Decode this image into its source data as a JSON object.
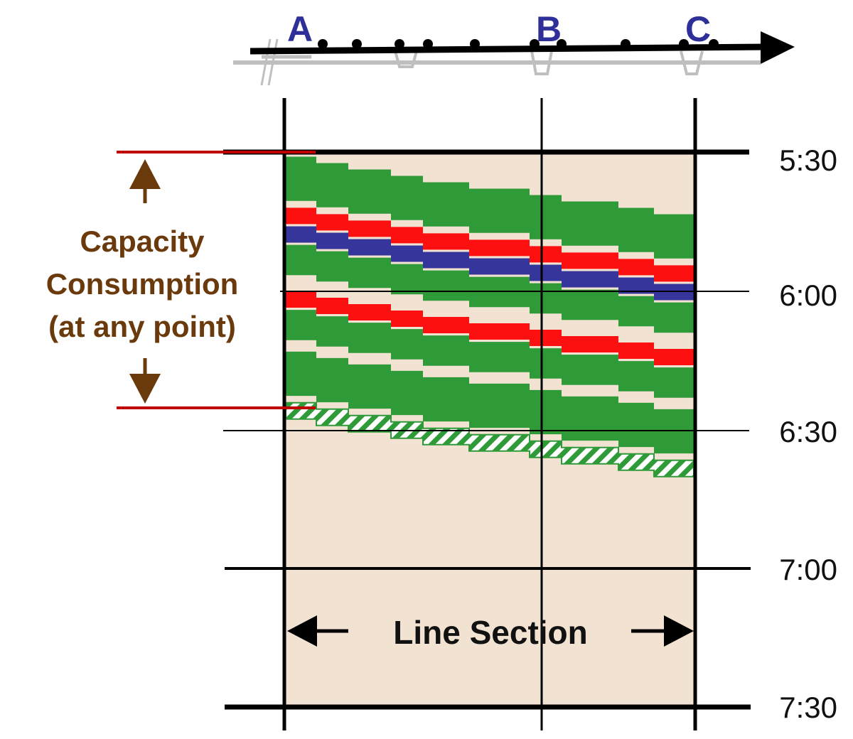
{
  "stations": [
    {
      "id": "A",
      "label": "A"
    },
    {
      "id": "B",
      "label": "B"
    },
    {
      "id": "C",
      "label": "C"
    }
  ],
  "times": [
    "5:30",
    "6:00",
    "6:30",
    "7:00",
    "7:30"
  ],
  "capacity_label": {
    "line1": "Capacity",
    "line2": "Consumption",
    "line3": "(at any point)"
  },
  "section_label": "Line Section",
  "colors": {
    "background": "#f2e2d2",
    "green": "#2f9a38",
    "red": "#ff1010",
    "blue": "#35359c",
    "capacity": "#6b3a0c",
    "marker": "#c00000",
    "station_text": "#2f2f9a",
    "track": "#bfbfbf"
  },
  "trains": [
    {
      "type": "green",
      "start_min": 1
    },
    {
      "type": "green",
      "start_min": 4
    },
    {
      "type": "green",
      "start_min": 7
    },
    {
      "type": "red",
      "start_min": 12
    },
    {
      "type": "blue",
      "start_min": 16
    },
    {
      "type": "green",
      "start_min": 20
    },
    {
      "type": "green",
      "start_min": 23
    },
    {
      "type": "red",
      "start_min": 30
    },
    {
      "type": "green",
      "start_min": 34
    },
    {
      "type": "green",
      "start_min": 37
    },
    {
      "type": "green",
      "start_min": 43
    },
    {
      "type": "green",
      "start_min": 46
    },
    {
      "type": "green",
      "start_min": 49
    },
    {
      "type": "green-hatched",
      "start_min": 54
    }
  ]
}
